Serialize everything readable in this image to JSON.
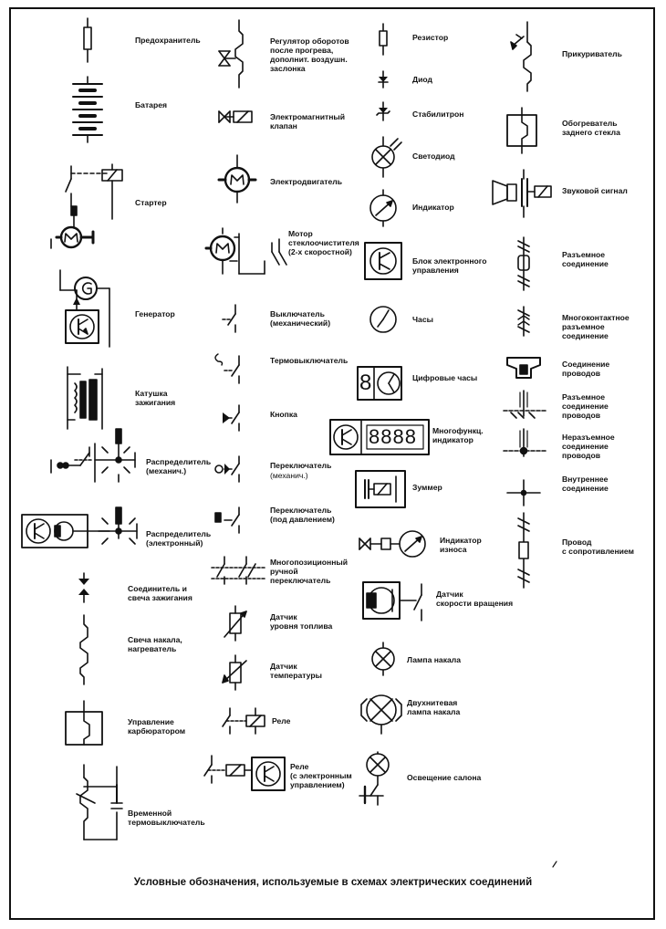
{
  "labels": {
    "fuse": "Предохранитель",
    "battery": "Батарея",
    "starter": "Стартер",
    "generator": "Генератор",
    "ignition_coil": "Катушка\nзажигания",
    "distributor_mech": "Распределитель\n(механич.)",
    "distributor_elec": "Распределитель\n(электронный)",
    "connector_spark_plug": "Соединитель и\nсвеча зажигания",
    "glow_plug_heater": "Свеча накала,\nнагреватель",
    "carburetor_control": "Управление\nкарбюратором",
    "time_thermoswitch": "Временной\nтермовыключатель",
    "idle_regulator": "Регулятор оборотов\nпосле прогрева,\nдополнит. воздушн.\nзаслонка",
    "solenoid_valve": "Электромагнитный\nклапан",
    "electric_motor": "Электродвигатель",
    "wiper_motor": "Мотор\nстеклоочистителя\n(2-х скоростной)",
    "switch_mech": "Выключатель\n(механический)",
    "thermoswitch": "Термовыключатель",
    "button": "Кнопка",
    "changeover_switch": "Переключатель",
    "changeover_switch_sub": "(механич.)",
    "pressure_switch": "Переключатель\n(под давлением)",
    "multiposition_switch": "Многопозиционный\nручной\nпереключатель",
    "fuel_level_sensor": "Датчик\nуровня топлива",
    "temperature_sensor": "Датчик\nтемпературы",
    "relay": "Реле",
    "relay_electronic": "Реле\n(с электронным\nуправлением)",
    "resistor": "Резистор",
    "diode": "Диод",
    "zener_diode": "Стабилитрон",
    "led": "Светодиод",
    "indicator": "Индикатор",
    "ecu": "Блок электронного\nуправления",
    "clock": "Часы",
    "digital_clock": "Цифровые часы",
    "multifunction_indicator": "Многофункц.\nиндикатор",
    "buzzer": "Зуммер",
    "wear_indicator": "Индикатор\nизноса",
    "speed_sensor": "Датчик\nскорости вращения",
    "incandescent_lamp": "Лампа накала",
    "dual_filament_lamp": "Двухнитевая\nлампа накала",
    "interior_light": "Освещение салона",
    "cigarette_lighter": "Прикуриватель",
    "rear_window_heater": "Обогреватель\nзаднего стекла",
    "horn": "Звуковой сигнал",
    "detachable_connection": "Разъемное\nсоединение",
    "multipin_connection": "Многоконтактное\nразъемное\nсоединение",
    "wire_connection": "Соединение\nпроводов",
    "detachable_wire_connection": "Разъемное\nсоединение\nпроводов",
    "permanent_wire_connection": "Неразъемное\nсоединение\nпроводов",
    "internal_connection": "Внутреннее\nсоединение",
    "resistance_wire": "Провод\nс сопротивлением"
  },
  "display_digits": {
    "digital_clock": "8",
    "multifunction_indicator": "8888"
  },
  "caption": "Условные обозначения, используемые в схемах электрических соединений"
}
